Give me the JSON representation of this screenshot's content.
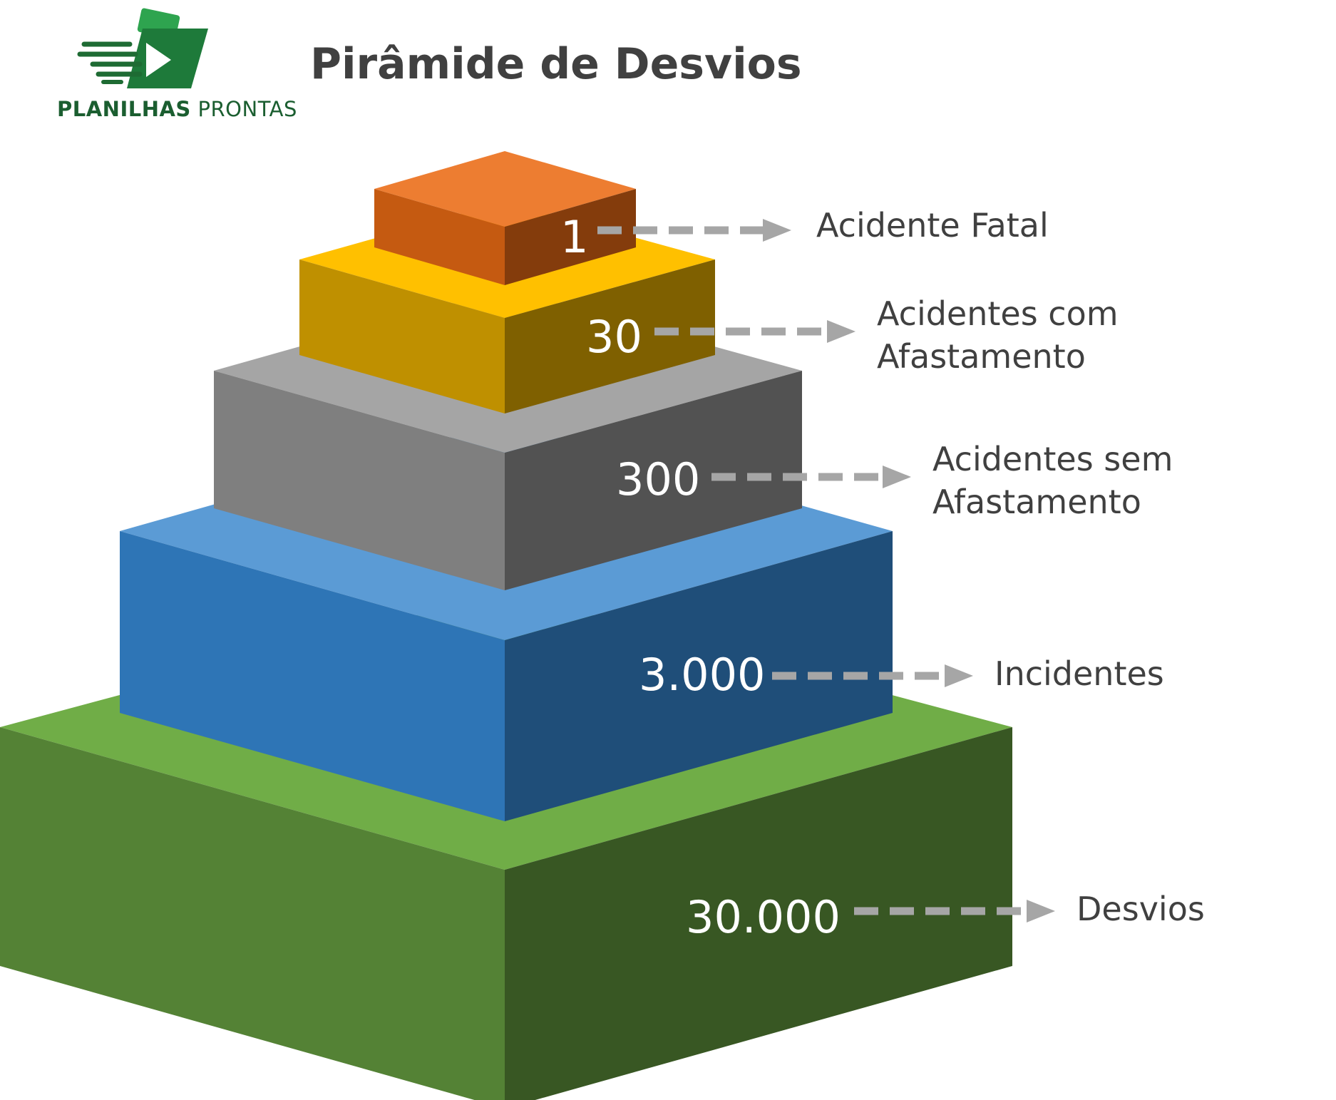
{
  "header": {
    "title": "Pirâmide de Desvios",
    "logo": {
      "text_bold": "PLANILHAS",
      "text_light": " PRONTAS",
      "icon": "folder-arrow-icon"
    }
  },
  "pyramid": {
    "levels": [
      {
        "value": "1",
        "label_line1": "Acidente Fatal",
        "label_line2": "",
        "color_top": "#ED7D31",
        "color_left": "#C55A11",
        "color_right": "#843C0C"
      },
      {
        "value": "30",
        "label_line1": "Acidentes com",
        "label_line2": "Afastamento",
        "color_top": "#FFC000",
        "color_left": "#BF9000",
        "color_right": "#7F6000"
      },
      {
        "value": "300",
        "label_line1": "Acidentes sem",
        "label_line2": "Afastamento",
        "color_top": "#A5A5A5",
        "color_left": "#7F7F7F",
        "color_right": "#525252"
      },
      {
        "value": "3.000",
        "label_line1": "Incidentes",
        "label_line2": "",
        "color_top": "#5B9BD5",
        "color_left": "#2E75B6",
        "color_right": "#1F4E79"
      },
      {
        "value": "30.000",
        "label_line1": "Desvios",
        "label_line2": "",
        "color_top": "#70AD47",
        "color_left": "#548235",
        "color_right": "#385723"
      }
    ],
    "arrow_color": "#A6A6A6"
  }
}
